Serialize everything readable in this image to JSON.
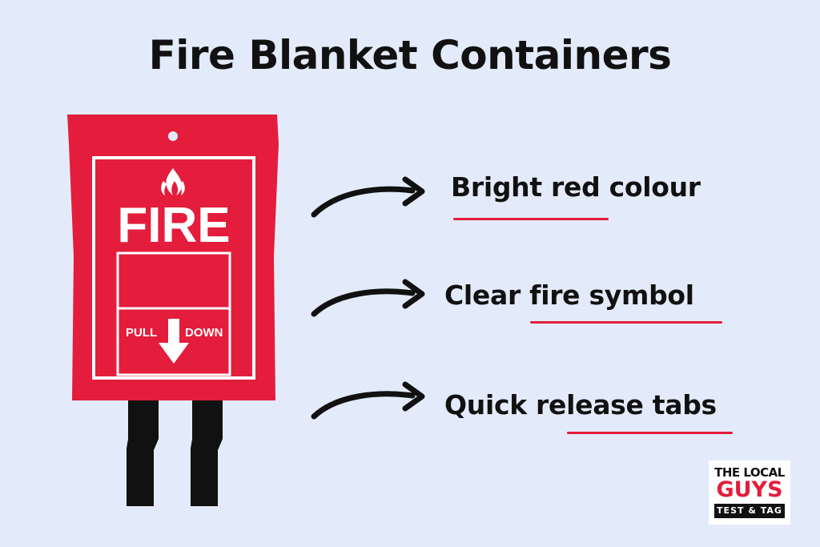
{
  "title": "Fire Blanket Containers",
  "container": {
    "label": "FIRE",
    "pull_left": "PULL",
    "pull_right": "DOWN"
  },
  "features": [
    {
      "text": "Bright red colour"
    },
    {
      "text": "Clear fire symbol"
    },
    {
      "text": "Quick release tabs"
    }
  ],
  "logo": {
    "line1": "THE LOCAL",
    "line2": "GUYS",
    "line3": "TEST & TAG"
  },
  "colors": {
    "background": "#e3ebfa",
    "container_red": "#e31d3b",
    "underline_red": "#e31d3b",
    "text": "#111111"
  }
}
